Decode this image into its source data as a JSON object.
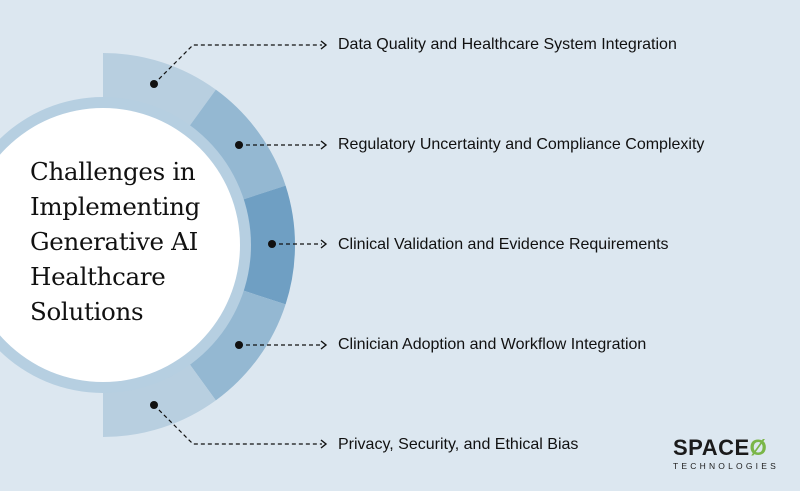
{
  "title_lines": [
    "Challenges in",
    "Implementing",
    "Generative AI",
    "Healthcare",
    "Solutions"
  ],
  "items": [
    {
      "label": "Data Quality and Healthcare System Integration"
    },
    {
      "label": "Regulatory Uncertainty and Compliance Complexity"
    },
    {
      "label": "Clinical Validation and Evidence Requirements"
    },
    {
      "label": "Clinician Adoption and Workflow Integration"
    },
    {
      "label": "Privacy, Security, and Ethical Bias"
    }
  ],
  "logo": {
    "brand": "SPACE",
    "mark": "Ø",
    "sub": "TECHNOLOGIES"
  },
  "colors": {
    "background": "#dce7f0",
    "segments": [
      "#b8cfe0",
      "#94b8d2",
      "#6f9fc3",
      "#94b8d2",
      "#b8cfe0"
    ],
    "inner_ring": "#b6cfe1",
    "accent": "#7ab648"
  }
}
